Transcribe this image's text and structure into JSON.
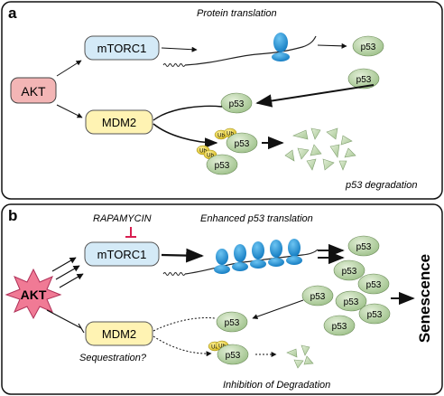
{
  "panels": {
    "a": {
      "letter": "a",
      "title": "Protein translation",
      "akt": "AKT",
      "mtorc1": "mTORC1",
      "mdm2": "MDM2",
      "p53": "p53",
      "ub": "Ub",
      "degradation": "p53 degradation"
    },
    "b": {
      "letter": "b",
      "rapamycin": "RAPAMYCIN",
      "title": "Enhanced p53 translation",
      "akt": "AKT",
      "mtorc1": "mTORC1",
      "mdm2": "MDM2",
      "p53": "p53",
      "ub": "Ub",
      "sequestration": "Sequestration?",
      "inhibition": "Inhibition of Degradation",
      "senescence": "Senescence"
    }
  },
  "colors": {
    "akt_fill": "#f3b5b5",
    "akt_star": "#f07a95",
    "mtorc1_fill": "#d4eaf7",
    "mdm2_fill": "#fff3b3",
    "p53_fill": "#b9d4a6",
    "ribosome": "#1c8fd6",
    "ub_fill": "#e9d12e",
    "inhibit": "#d81e50"
  }
}
